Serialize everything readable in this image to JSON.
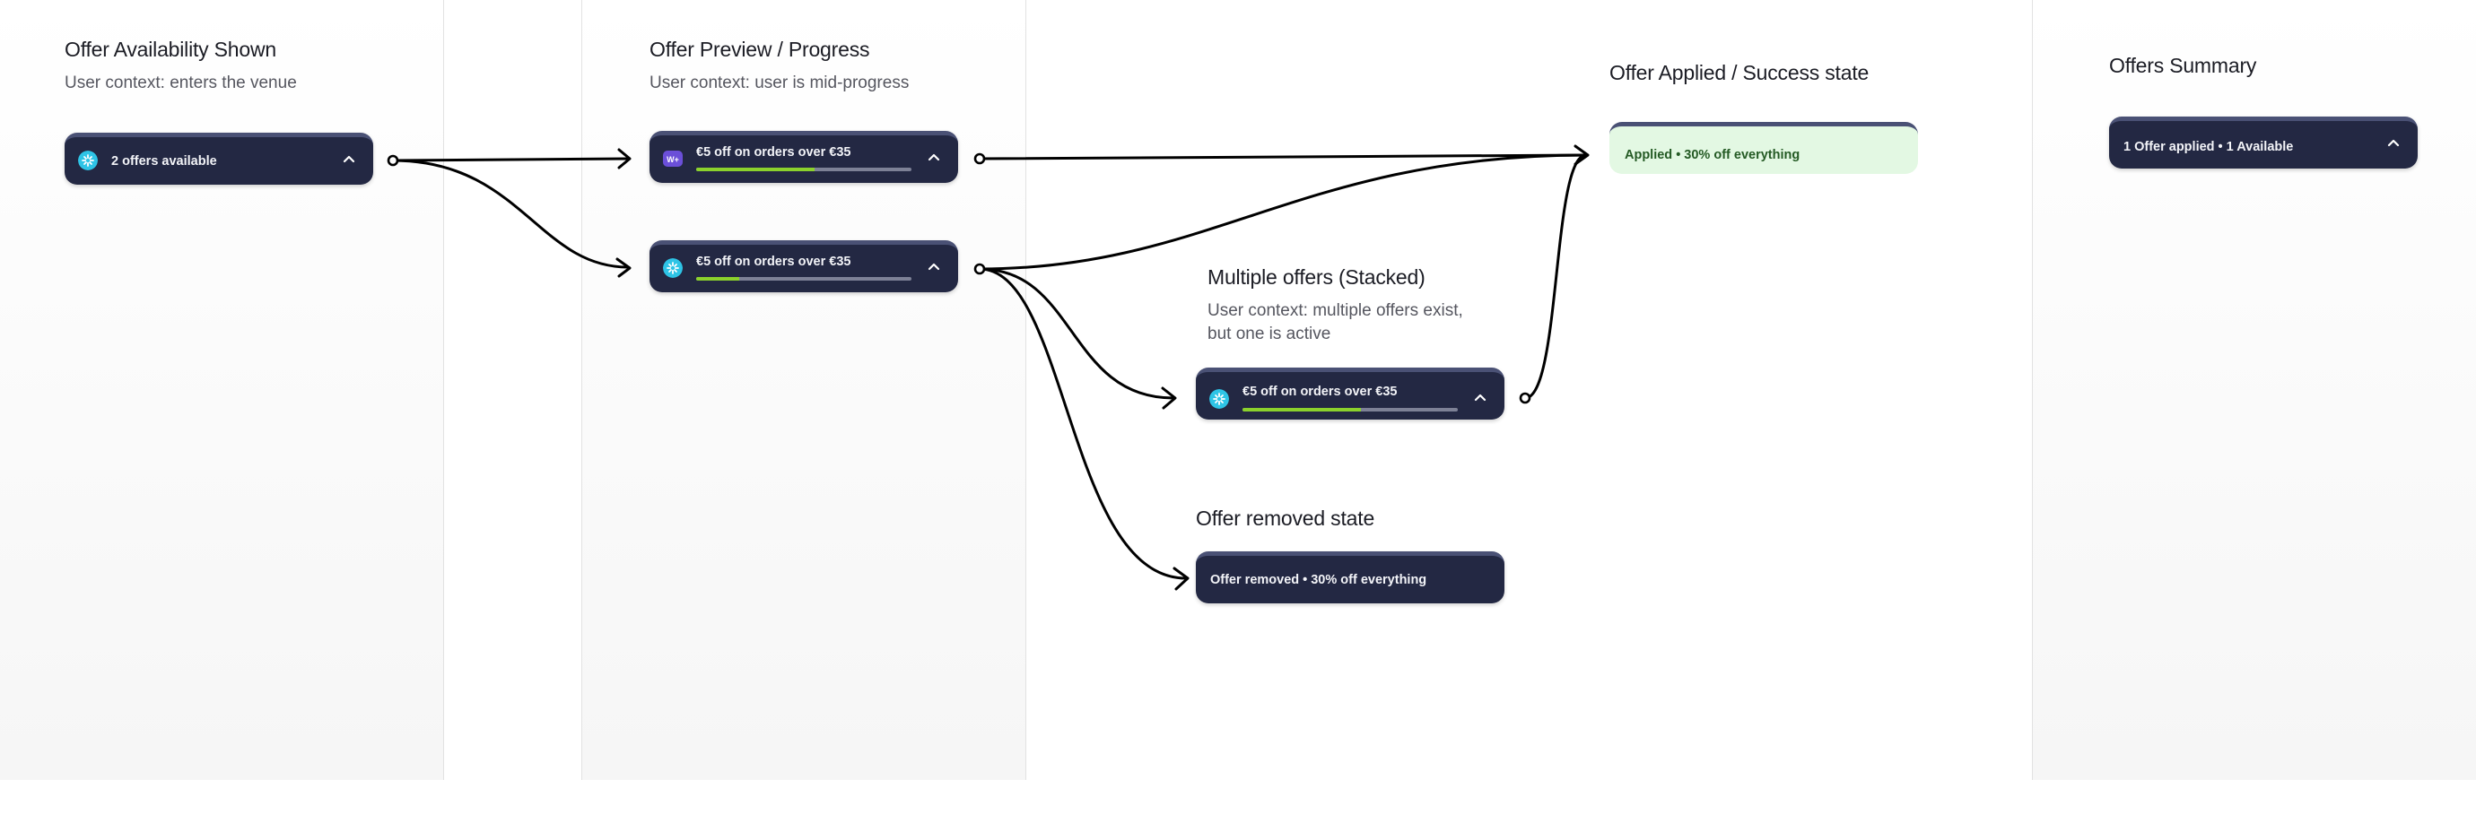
{
  "columns": {
    "availability": {
      "title": "Offer Availability Shown",
      "subtitle": "User context: enters the venue",
      "pill": {
        "label": "2 offers available",
        "logo": "spinner-logo-icon"
      }
    },
    "preview": {
      "title": "Offer Preview / Progress",
      "subtitle": "User context: user is mid-progress",
      "pills": [
        {
          "label": "€5 off on orders over €35",
          "logo": "wolt-plus-logo-icon",
          "progress": 0.55
        },
        {
          "label": "€5 off on orders over €35",
          "logo": "spinner-logo-icon",
          "progress": 0.2
        }
      ]
    },
    "stacked": {
      "title": "Multiple offers (Stacked)",
      "subtitle_line1": "User context: multiple offers exist,",
      "subtitle_line2": "but one is active",
      "pill": {
        "label": "€5 off on orders over €35",
        "logo": "spinner-logo-icon",
        "progress": 0.55
      }
    },
    "removed": {
      "title": "Offer removed state",
      "pill": {
        "label": "Offer removed • 30% off everything"
      }
    },
    "applied": {
      "title": "Offer Applied / Success state",
      "pill": {
        "label": "Applied • 30% off everything"
      }
    },
    "summary": {
      "title": "Offers Summary",
      "pill": {
        "label": "1 Offer applied • 1 Available"
      }
    }
  },
  "colors": {
    "pill_bg": "#232843",
    "pill_top_edge": "#4a5175",
    "success_bg": "#e3f8e3",
    "progress_fill": "#8bd12c",
    "progress_track": "#7d8196",
    "connector": "#000000"
  }
}
